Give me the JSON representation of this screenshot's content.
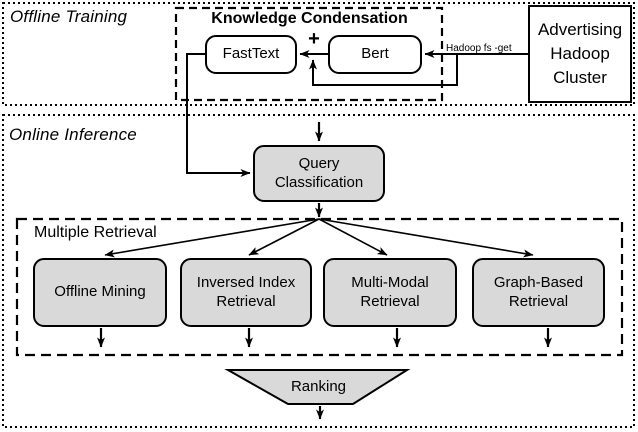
{
  "diagram": {
    "offline": {
      "section_label": "Offline Training",
      "kc_title": "Knowledge Condensation",
      "fasttext": "FastText",
      "bert": "Bert",
      "plus": "+",
      "hadoop_edge_label": "Hadoop fs -get",
      "hadoop_cluster": "Advertising Hadoop Cluster"
    },
    "online": {
      "section_label": "Online Inference",
      "query_classification": "Query Classification",
      "mr_title": "Multiple Retrieval",
      "retrieval_nodes": [
        {
          "label": "Offline Mining"
        },
        {
          "label": "Inversed Index Retrieval"
        },
        {
          "label": "Multi-Modal Retrieval"
        },
        {
          "label": "Graph-Based Retrieval"
        }
      ],
      "ranking": "Ranking"
    },
    "colors": {
      "node_fill": "#d9d9d9",
      "line": "#000000",
      "background": "#ffffff"
    }
  }
}
